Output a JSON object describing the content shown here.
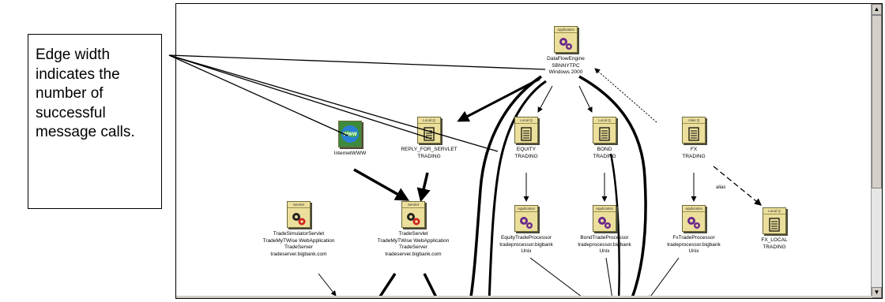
{
  "callout": {
    "text": "Edge width indicates the number of successful message calls."
  },
  "nodes": {
    "engine": {
      "tag": "Application",
      "icon": "gears-icon",
      "lines": [
        "DataFlowEngine",
        "SBNNYTPC",
        "Windows 2000"
      ]
    },
    "www": {
      "tag": "",
      "icon": "globe-icon",
      "lines": [
        "InternetWWW"
      ]
    },
    "reply_for_servlet": {
      "tag": "Local Q",
      "icon": "queue-icon",
      "lines": [
        "REPLY_FOR_SERVLET",
        "TRADING"
      ]
    },
    "equity": {
      "tag": "Local Q",
      "icon": "queue-icon",
      "lines": [
        "EQUITY",
        "TRADING"
      ]
    },
    "bond": {
      "tag": "Local Q",
      "icon": "queue-icon",
      "lines": [
        "BOND",
        "TRADING"
      ]
    },
    "fx": {
      "tag": "Alias Q",
      "icon": "queue-icon",
      "lines": [
        "FX",
        "TRADING"
      ]
    },
    "servlet_sim": {
      "tag": "Servlet",
      "icon": "servlet-gears-icon",
      "lines": [
        "TradeSimulatorServlet",
        "TradeMyTWise WebApplication",
        "TradeServer",
        "tradeserver.bigbank.com"
      ]
    },
    "servlet_trade": {
      "tag": "Servlet",
      "icon": "servlet-gears-icon",
      "lines": [
        "TradeServlet",
        "TradeMyTWise WebApplication",
        "TradeServer",
        "tradeserver.bigbank.com"
      ]
    },
    "app_equity": {
      "tag": "Application",
      "icon": "gears-icon",
      "lines": [
        "EquityTradeProcessor",
        "tradeprocessor.bigbank",
        "Unix"
      ]
    },
    "app_bond": {
      "tag": "Application",
      "icon": "gears-icon",
      "lines": [
        "BondTradeProcessor",
        "tradeprocessor.bigbank",
        "Unix"
      ]
    },
    "app_fx": {
      "tag": "Application",
      "icon": "gears-icon",
      "lines": [
        "FxTradeProcessor",
        "tradeprocessor.bigbank",
        "Unix"
      ]
    },
    "fx_local": {
      "tag": "Local Q",
      "icon": "queue-icon",
      "lines": [
        "FX_LOCAL",
        "TRADING"
      ]
    }
  },
  "edge_labels": {
    "fx_alias": "alias"
  },
  "colors": {
    "tile": "#ecdf9c",
    "gear": "#6b2a8c",
    "servlet_gear": "#d02020",
    "globe": "#2a7fd4"
  }
}
